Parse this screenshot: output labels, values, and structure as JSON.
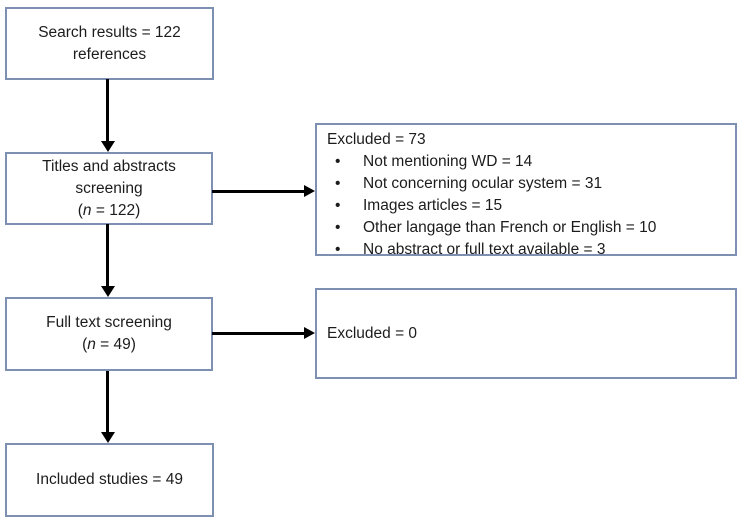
{
  "colors": {
    "box_border": "#7e90b2",
    "arrow": "#000000",
    "text": "#1c1c1c"
  },
  "bullet_glyph": "•",
  "boxes": {
    "search_results": {
      "line1": "Search results = 122",
      "line2": "references"
    },
    "titles_abstracts": {
      "line1": "Titles and abstracts",
      "line2": "screening",
      "paren_open": "(",
      "n_italic": "n",
      "paren_rest": " = 122)"
    },
    "excluded_screening": {
      "header": "Excluded = 73",
      "items": [
        "Not mentioning WD = 14",
        "Not concerning ocular system = 31",
        "Images articles = 15",
        "Other langage than French or English = 10",
        "No abstract or full text available = 3"
      ]
    },
    "full_text": {
      "line1": "Full text screening",
      "paren_open": "(",
      "n_italic": "n",
      "paren_rest": " = 49)"
    },
    "excluded_fulltext": {
      "header": "Excluded = 0"
    },
    "included": {
      "line1": "Included studies = 49"
    }
  }
}
